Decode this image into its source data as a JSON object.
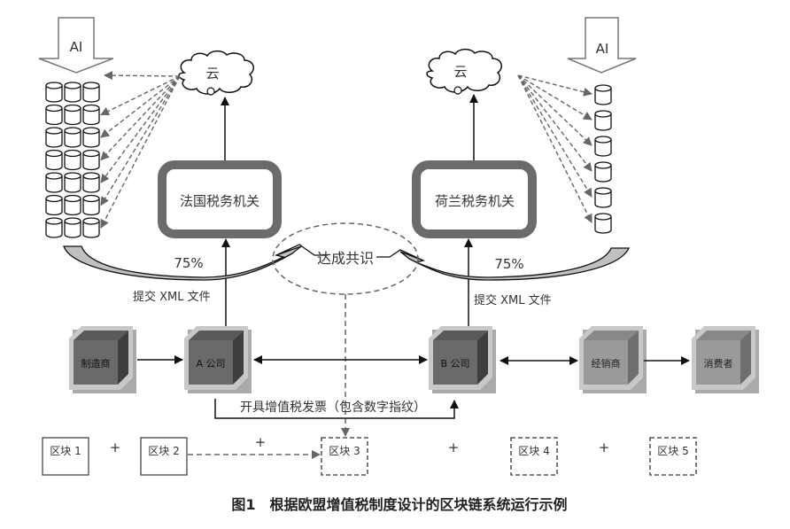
{
  "diagram": {
    "caption": "图1　根据欧盟增值税制度设计的区块链系统运行示例",
    "ai_left": "AI",
    "ai_right": "AI",
    "cloud_left": "云",
    "cloud_right": "云",
    "authority_left": "法国税务机关",
    "authority_right": "荷兰税务机关",
    "percent_left": "75%",
    "percent_right": "75%",
    "consensus": "达成共识",
    "submit_left": "提交 XML 文件",
    "submit_right": "提交 XML 文件",
    "invoice": "开具增值税发票（包含数字指纹）",
    "entities": [
      {
        "label": "制造商",
        "tone": "dark"
      },
      {
        "label": "A 公司",
        "tone": "dark"
      },
      {
        "label": "B 公司",
        "tone": "dark"
      },
      {
        "label": "经销商",
        "tone": "light"
      },
      {
        "label": "消费者",
        "tone": "light"
      }
    ],
    "blocks": [
      {
        "label": "区块 1",
        "style": "solid"
      },
      {
        "label": "区块 2",
        "style": "solid"
      },
      {
        "label": "区块 3",
        "style": "dashed"
      },
      {
        "label": "区块 4",
        "style": "dashed"
      },
      {
        "label": "区块 5",
        "style": "dashed"
      }
    ],
    "plus_sign": "+",
    "database_grid_left": {
      "columns": 3,
      "rows": 7
    },
    "database_column_right": {
      "count": 6
    },
    "colors": {
      "authority_border": "#6b6b6b",
      "cube_dark_front": "#6a6a6a",
      "cube_light_front": "#9a9a9a",
      "cube_frame": "#c8c8c8",
      "dashed_arrow": "#666666",
      "tail_fill": "#c0c0c0"
    }
  }
}
